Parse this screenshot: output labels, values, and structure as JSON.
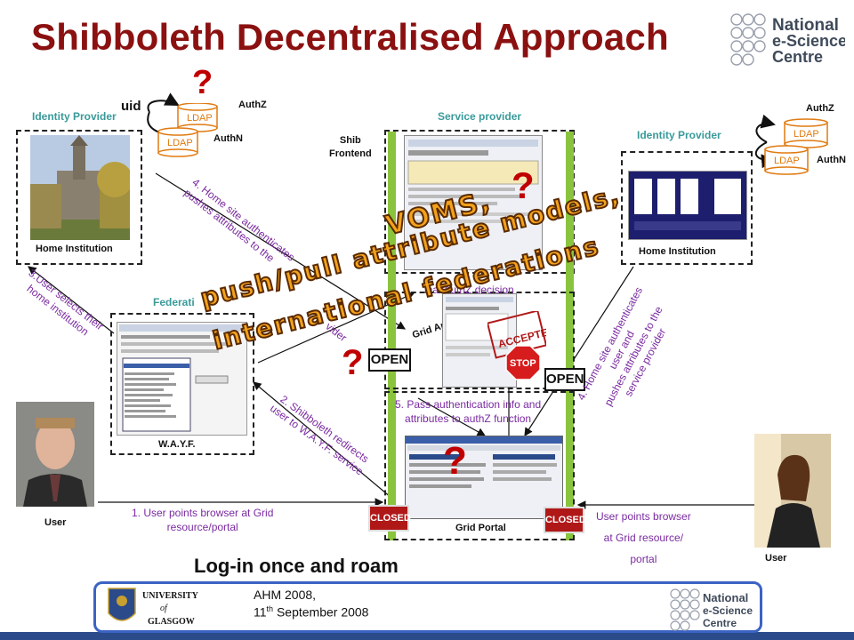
{
  "title": "Shibboleth Decentralised Approach",
  "logos": {
    "nesc": [
      "National",
      "e-Science",
      "Centre"
    ],
    "glasgow": [
      "UNIVERSITY",
      "of",
      "GLASGOW"
    ]
  },
  "labels": {
    "idp_left": "Identity Provider",
    "idp_right": "Identity Provider",
    "service_provider": "Service provider",
    "shib_frontend": "Shib\nFrontend",
    "home_institution_left": "Home Institution",
    "home_institution_right": "Home Institution",
    "federation": "Federati",
    "wayf": "W.A.Y.F.",
    "user_left": "User",
    "user_right": "User",
    "grid_portal": "Grid Portal",
    "grid_application": "Grid Application",
    "uid": "uid",
    "ldap": "LDAP",
    "authz": "AuthZ",
    "authn": "AuthN",
    "open": "OPEN",
    "closed": "CLOSED",
    "stop": "STOP",
    "accepted": "ACCEPTED",
    "question": "?"
  },
  "steps": {
    "step1": "1. User points browser at Grid\nresource/portal",
    "step2": "2. Shibboleth redirects\nuser to W.A.Y.F. service",
    "step3": "3.User selects their\nhome institution",
    "step4": "4. Home site authenticates\npushes attributes to the",
    "step4_tail": "vider",
    "step4_right": "4. Home site authenticates\nuser and\npushes attributes to the\nservice provider",
    "step5": "5. Pass authentication info and\nattributes to authZ function",
    "final_authz": "inal AuthZ decision",
    "right_user": "User points browser\nat Grid resource/\nportal"
  },
  "banner": [
    "VOMS,",
    "push/pull attribute models,",
    "international federations"
  ],
  "tagline": "Log-in once and roam",
  "footer": {
    "event": "AHM 2008,",
    "date_prefix": "11",
    "date_sup": "th",
    "date_suffix": " September 2008"
  },
  "colors": {
    "title": "#8b1010",
    "arrow_purple": "#7a2aa0",
    "ldap_orange": "#f08a1c",
    "banner_orange": "#f3a21c",
    "footer_border": "#3b63c4",
    "question_red": "#c00000",
    "portal_green": "#8ac43e"
  }
}
